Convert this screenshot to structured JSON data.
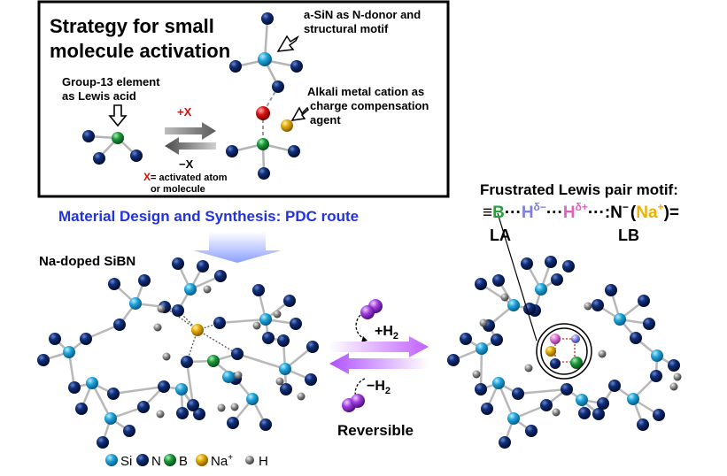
{
  "strategy_box": {
    "title_line1": "Strategy for small",
    "title_line2": "molecule activation",
    "lewis_acid_line1": "Group-13 element",
    "lewis_acid_line2": "as Lewis acid",
    "donor_line1": "a-SiN as N-donor and",
    "donor_line2": "structural motif",
    "cation_line1": "Alkali metal cation as",
    "cation_line2": "charge compensation",
    "cation_line3": "agent",
    "plus_x": "+X",
    "minus_x": "−X",
    "x_symbol": "X",
    "x_note_line1": " = activated atom",
    "x_note_line2": "or molecule"
  },
  "design_heading": "Material Design and Synthesis: PDC route",
  "left_structure_label": "Na-doped SiBN",
  "reaction": {
    "plus_h2": "+H",
    "minus_h2": "−H",
    "h2_subscript": "2",
    "reversible": "Reversible"
  },
  "flp": {
    "title": "Frustrated Lewis pair motif:",
    "triple_bond": "≡",
    "b": "B",
    "h_minus": "H",
    "h_minus_charge": "δ−",
    "h_plus": "H",
    "h_plus_charge": "δ+",
    "n_part": ":N",
    "n_charge": "−",
    "na_open": "(",
    "na": "Na",
    "na_charge": "+",
    "na_close": ")=",
    "la": "LA",
    "lb": "LB"
  },
  "legend": [
    {
      "symbol": "Si",
      "color": "#1ea3d8"
    },
    {
      "symbol": "N",
      "color": "#0b2a6b"
    },
    {
      "symbol": "B",
      "color": "#1a9a3a"
    },
    {
      "symbol": "Na",
      "superscript": "+",
      "color": "#d7a100"
    },
    {
      "symbol": "H",
      "color": "#7a7a7a"
    }
  ],
  "colors": {
    "si": "#1ea3d8",
    "n": "#0b2a6b",
    "b": "#1a9a3a",
    "na": "#d7a100",
    "h": "#7a7a7a",
    "x_red": "#d01010",
    "heading_blue": "#2233dd",
    "flp_b_green": "#23a23a",
    "flp_h_minus": "#7f7fe0",
    "flp_h_plus": "#e060c0",
    "flp_na_gold": "#f0b000",
    "arrow_purple": "#b060ff"
  }
}
